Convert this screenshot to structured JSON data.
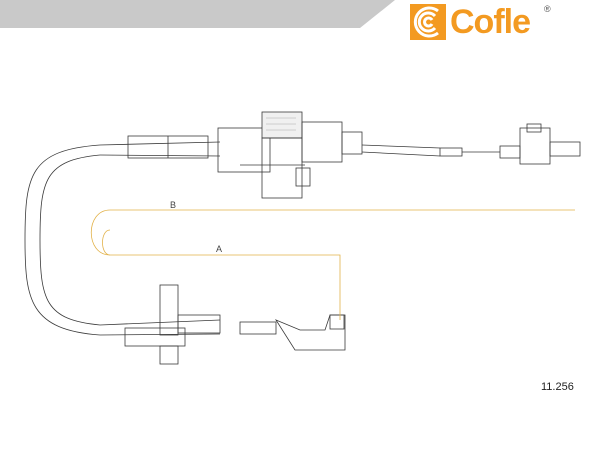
{
  "brand": {
    "name": "Cofle",
    "registered_mark": "®",
    "accent_color": "#f39a21",
    "banner_color": "#c9c9c9"
  },
  "diagram": {
    "part_number": "11.256",
    "dimension_labels": {
      "a": "A",
      "b": "B"
    },
    "dimension_line_color": "#e2b24a",
    "line_color": "#3a3a3a"
  }
}
